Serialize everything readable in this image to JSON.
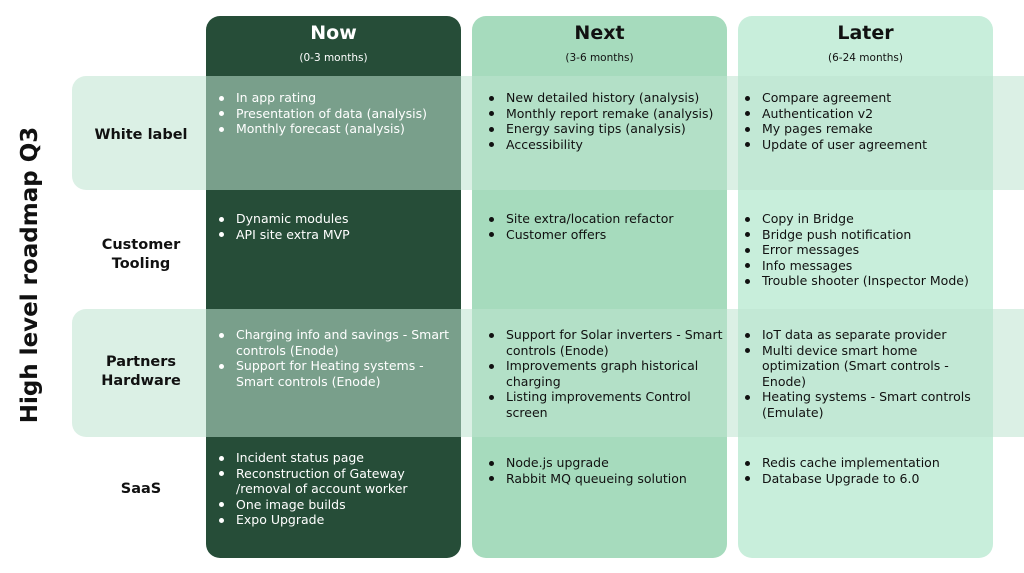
{
  "side_title": "High level roadmap Q3",
  "columns": [
    {
      "title": "Now",
      "subtitle": "(0-3 months)"
    },
    {
      "title": "Next",
      "subtitle": "(3-6 months)"
    },
    {
      "title": "Later",
      "subtitle": "(6-24 months)"
    }
  ],
  "rows": [
    {
      "label": [
        "White label"
      ],
      "cells": [
        [
          "In app rating",
          "Presentation of data (analysis)",
          "Monthly forecast (analysis)"
        ],
        [
          "New detailed history (analysis)",
          "Monthly report remake (analysis)",
          "Energy saving tips (analysis)",
          "Accessibility"
        ],
        [
          "Compare agreement",
          "Authentication v2",
          "My pages remake",
          "Update of user agreement"
        ]
      ]
    },
    {
      "label": [
        "Customer",
        "Tooling"
      ],
      "cells": [
        [
          "Dynamic modules",
          "API site extra MVP"
        ],
        [
          "Site extra/location refactor",
          "Customer offers"
        ],
        [
          "Copy in Bridge",
          "Bridge push notification",
          "Error messages",
          "Info messages",
          "Trouble shooter (Inspector Mode)"
        ]
      ]
    },
    {
      "label": [
        "Partners",
        "Hardware"
      ],
      "cells": [
        [
          "Charging info and savings - Smart controls (Enode)",
          "Support for Heating systems - Smart controls (Enode)"
        ],
        [
          "Support for Solar inverters - Smart controls (Enode)",
          "Improvements graph historical charging",
          "Listing improvements Control screen"
        ],
        [
          "IoT data as separate provider",
          "Multi device smart home optimization (Smart controls - Enode)",
          "Heating systems - Smart controls (Emulate)"
        ]
      ]
    },
    {
      "label": [
        "SaaS"
      ],
      "cells": [
        [
          "Incident status page",
          "Reconstruction of Gateway /removal of account worker",
          "One image builds",
          "Expo Upgrade"
        ],
        [
          "Node.js upgrade",
          "Rabbit MQ queueing solution"
        ],
        [
          "Redis cache implementation",
          "Database Upgrade to 6.0"
        ]
      ]
    }
  ]
}
